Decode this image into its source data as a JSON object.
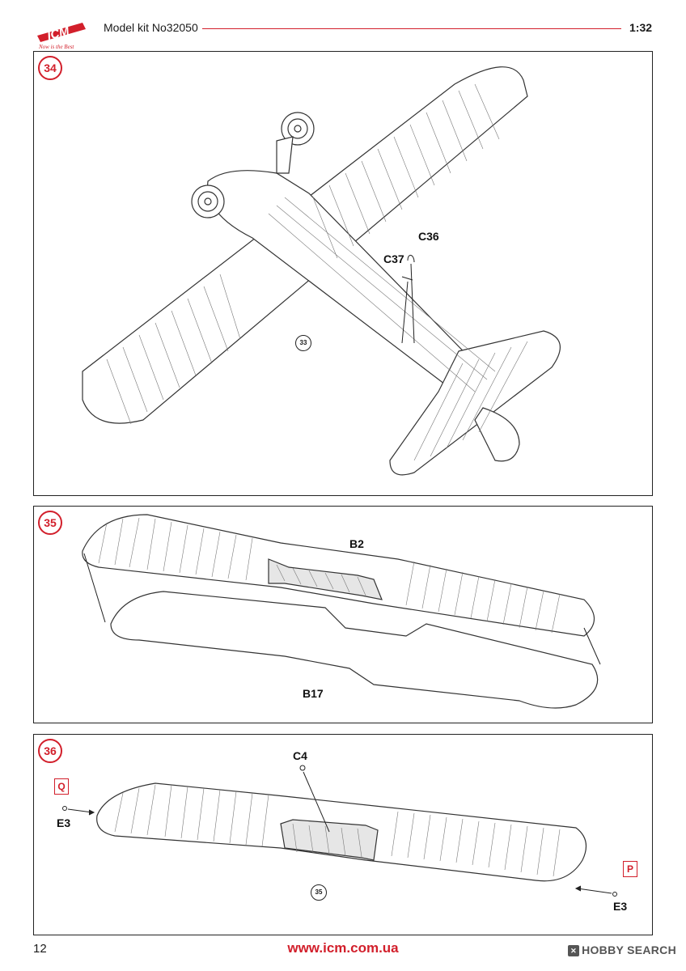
{
  "header": {
    "logo_text": "ICM",
    "logo_tagline": "Now is the Best",
    "kit_title": "Model kit No32050",
    "scale": "1:32"
  },
  "steps": [
    {
      "number": "34",
      "labels": {
        "c36": "C36",
        "c37": "C37"
      },
      "reference_step": "33"
    },
    {
      "number": "35",
      "labels": {
        "b2": "B2",
        "b17": "B17"
      }
    },
    {
      "number": "36",
      "labels": {
        "c4": "C4",
        "e3_left": "E3",
        "e3_right": "E3"
      },
      "options": {
        "left": "Q",
        "right": "P"
      },
      "reference_step": "35"
    }
  ],
  "footer": {
    "page_number": "12",
    "website": "www.icm.com.ua",
    "watermark": "HOBBY SEARCH"
  },
  "colors": {
    "accent": "#d21f2b",
    "line": "#222222"
  }
}
